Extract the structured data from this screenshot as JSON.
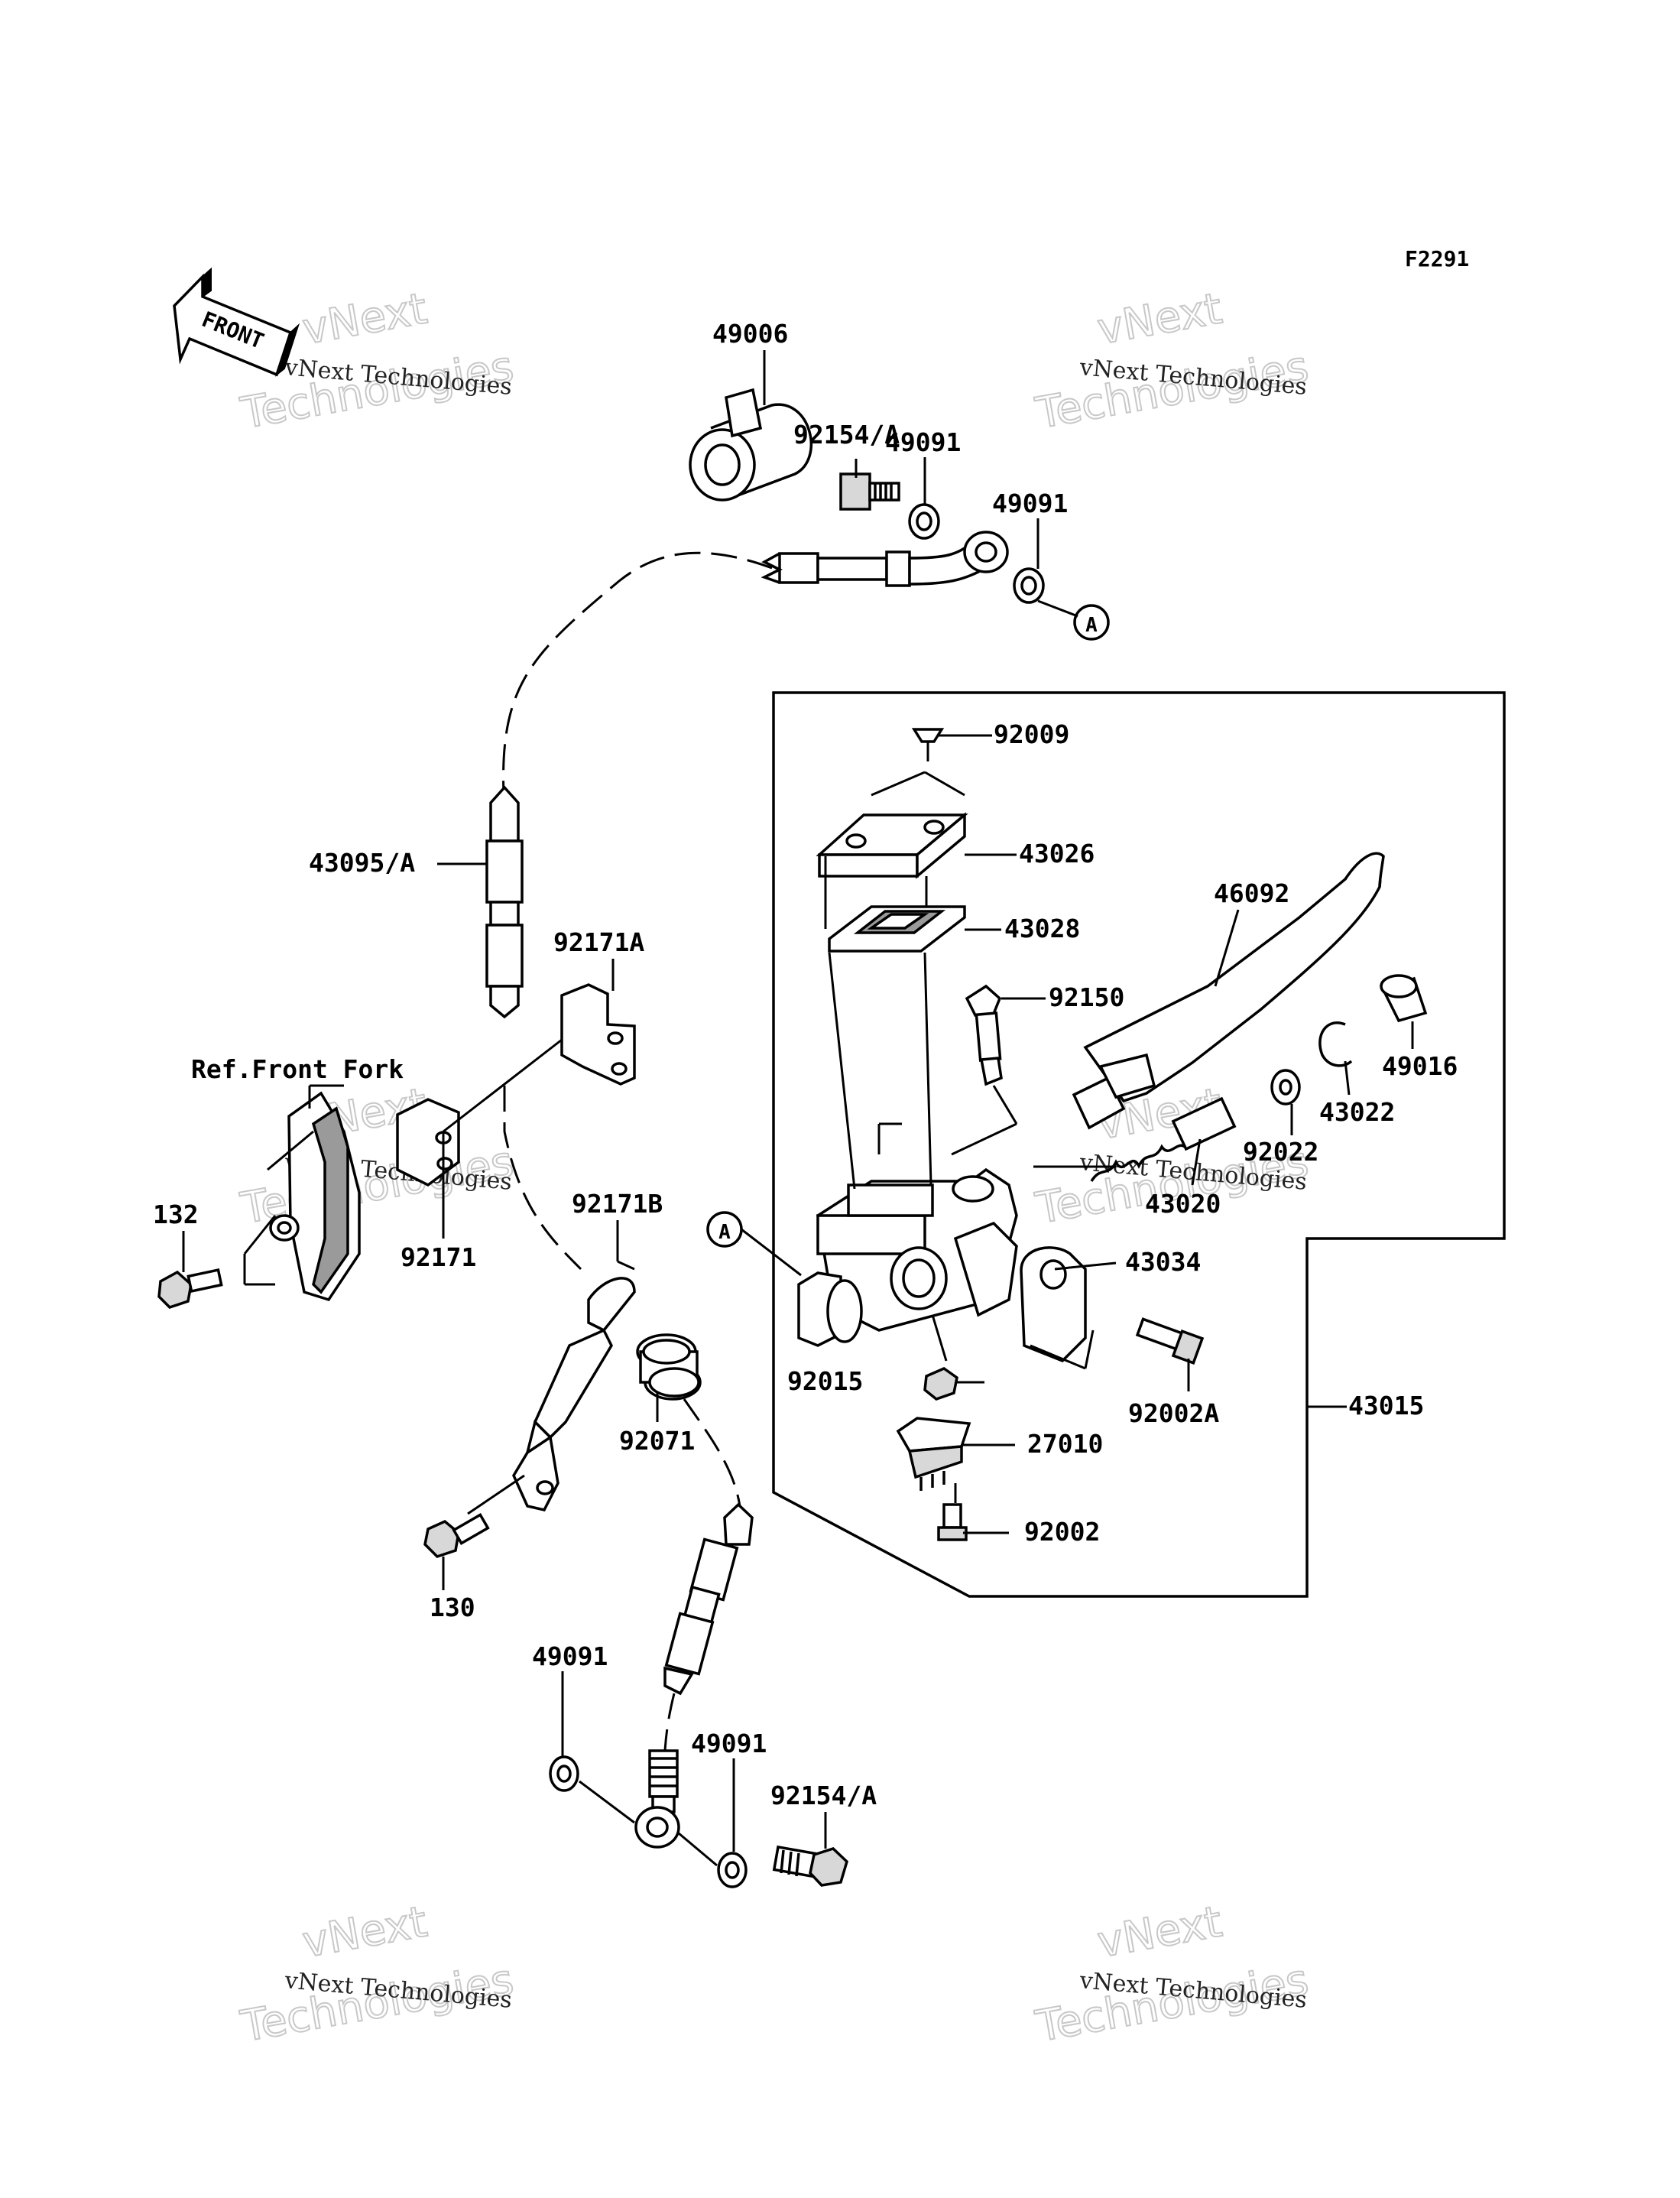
{
  "figure_code": "F2291",
  "front_arrow_text": "FRONT",
  "watermark": {
    "line_small": "vNext Technologies",
    "line_big_1": "vNext",
    "line_big_2": "Technologies"
  },
  "reference_marker": "A",
  "labels": {
    "p49006": "49006",
    "p92154a_top": "92154/A",
    "p49091_a": "49091",
    "p49091_b": "49091",
    "p92009": "92009",
    "p43026": "43026",
    "p43095a": "43095/A",
    "p46092": "46092",
    "p43028": "43028",
    "p92171a": "92171A",
    "p92150": "92150",
    "p49016": "49016",
    "p43022": "43022",
    "ref_front_fork": "Ref.Front Fork",
    "p92022": "92022",
    "p43020": "43020",
    "p132": "132",
    "p92171b": "92171B",
    "p92171": "92171",
    "p43034": "43034",
    "p92015": "92015",
    "p92002a": "92002A",
    "p43015": "43015",
    "p92071": "92071",
    "p27010": "27010",
    "p92002": "92002",
    "p130": "130",
    "p49091_c": "49091",
    "p49091_d": "49091",
    "p92154a_bottom": "92154/A"
  }
}
